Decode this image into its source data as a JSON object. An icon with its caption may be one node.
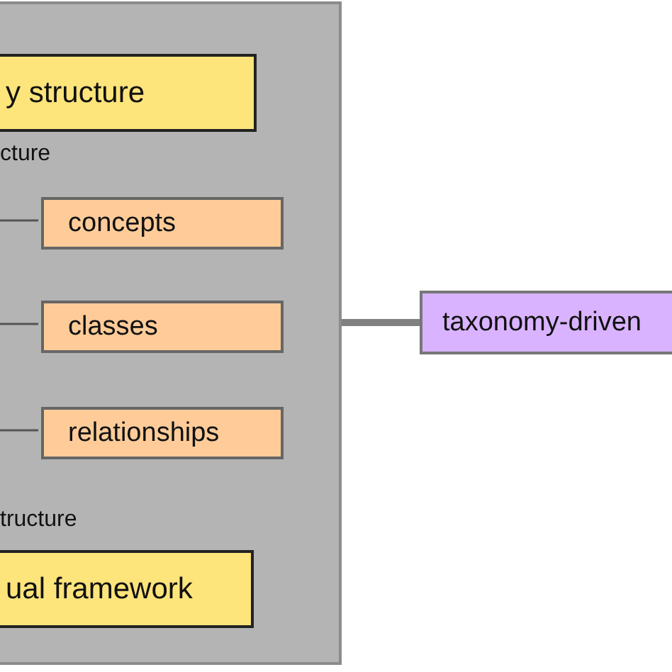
{
  "diagram": {
    "nodes": [
      {
        "text": [],
        "shape": "box"
      },
      {
        "text": [
          "y structure"
        ],
        "in": 0
      },
      {
        "text": [
          "concepts"
        ],
        "in": 0
      },
      {
        "text": [
          "classes"
        ],
        "in": 0
      },
      {
        "text": [
          "relationships"
        ],
        "in": 0
      },
      {
        "text": [
          "ual framework"
        ],
        "in": 0
      },
      {
        "text": [
          "taxonomy-driven"
        ]
      }
    ],
    "edges": [
      {
        "from": null,
        "to": 2,
        "arrow": "none"
      },
      {
        "from": null,
        "to": 3,
        "arrow": "none"
      },
      {
        "from": null,
        "to": 4,
        "arrow": "none"
      },
      {
        "from": 0,
        "to": 6,
        "arrow": "none",
        "style": "thick"
      }
    ],
    "labels": [
      "cture",
      "tructure"
    ]
  }
}
